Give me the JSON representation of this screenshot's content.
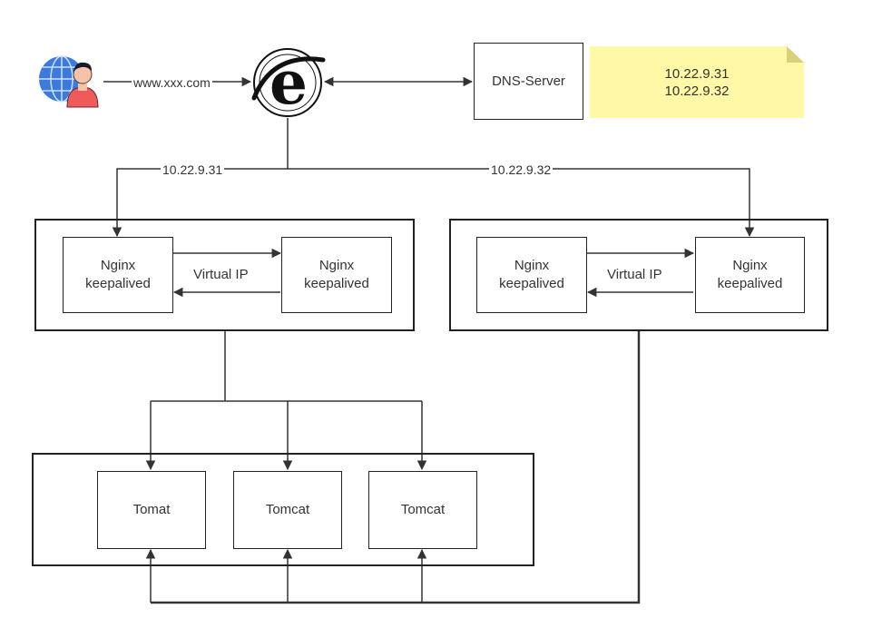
{
  "client": {
    "url_label": "www.xxx.com"
  },
  "dns": {
    "label": "DNS-Server",
    "note_lines": [
      "10.22.9.31",
      "10.22.9.32"
    ]
  },
  "edges": {
    "left_ip": "10.22.9.31",
    "right_ip": "10.22.9.32"
  },
  "left_cluster": {
    "node_a": [
      "Nginx",
      "keepalived"
    ],
    "node_b": [
      "Nginx",
      "keepalived"
    ],
    "vip_label": "Virtual IP"
  },
  "right_cluster": {
    "node_a": [
      "Nginx",
      "keepalived"
    ],
    "node_b": [
      "Nginx",
      "keepalived"
    ],
    "vip_label": "Virtual IP"
  },
  "tomcats": [
    "Tomat",
    "Tomcat",
    "Tomcat"
  ],
  "colors": {
    "line": "#333333",
    "note_fill": "#fff8a6",
    "user_body": "#f05a5a",
    "globe": "#3b7be0"
  }
}
